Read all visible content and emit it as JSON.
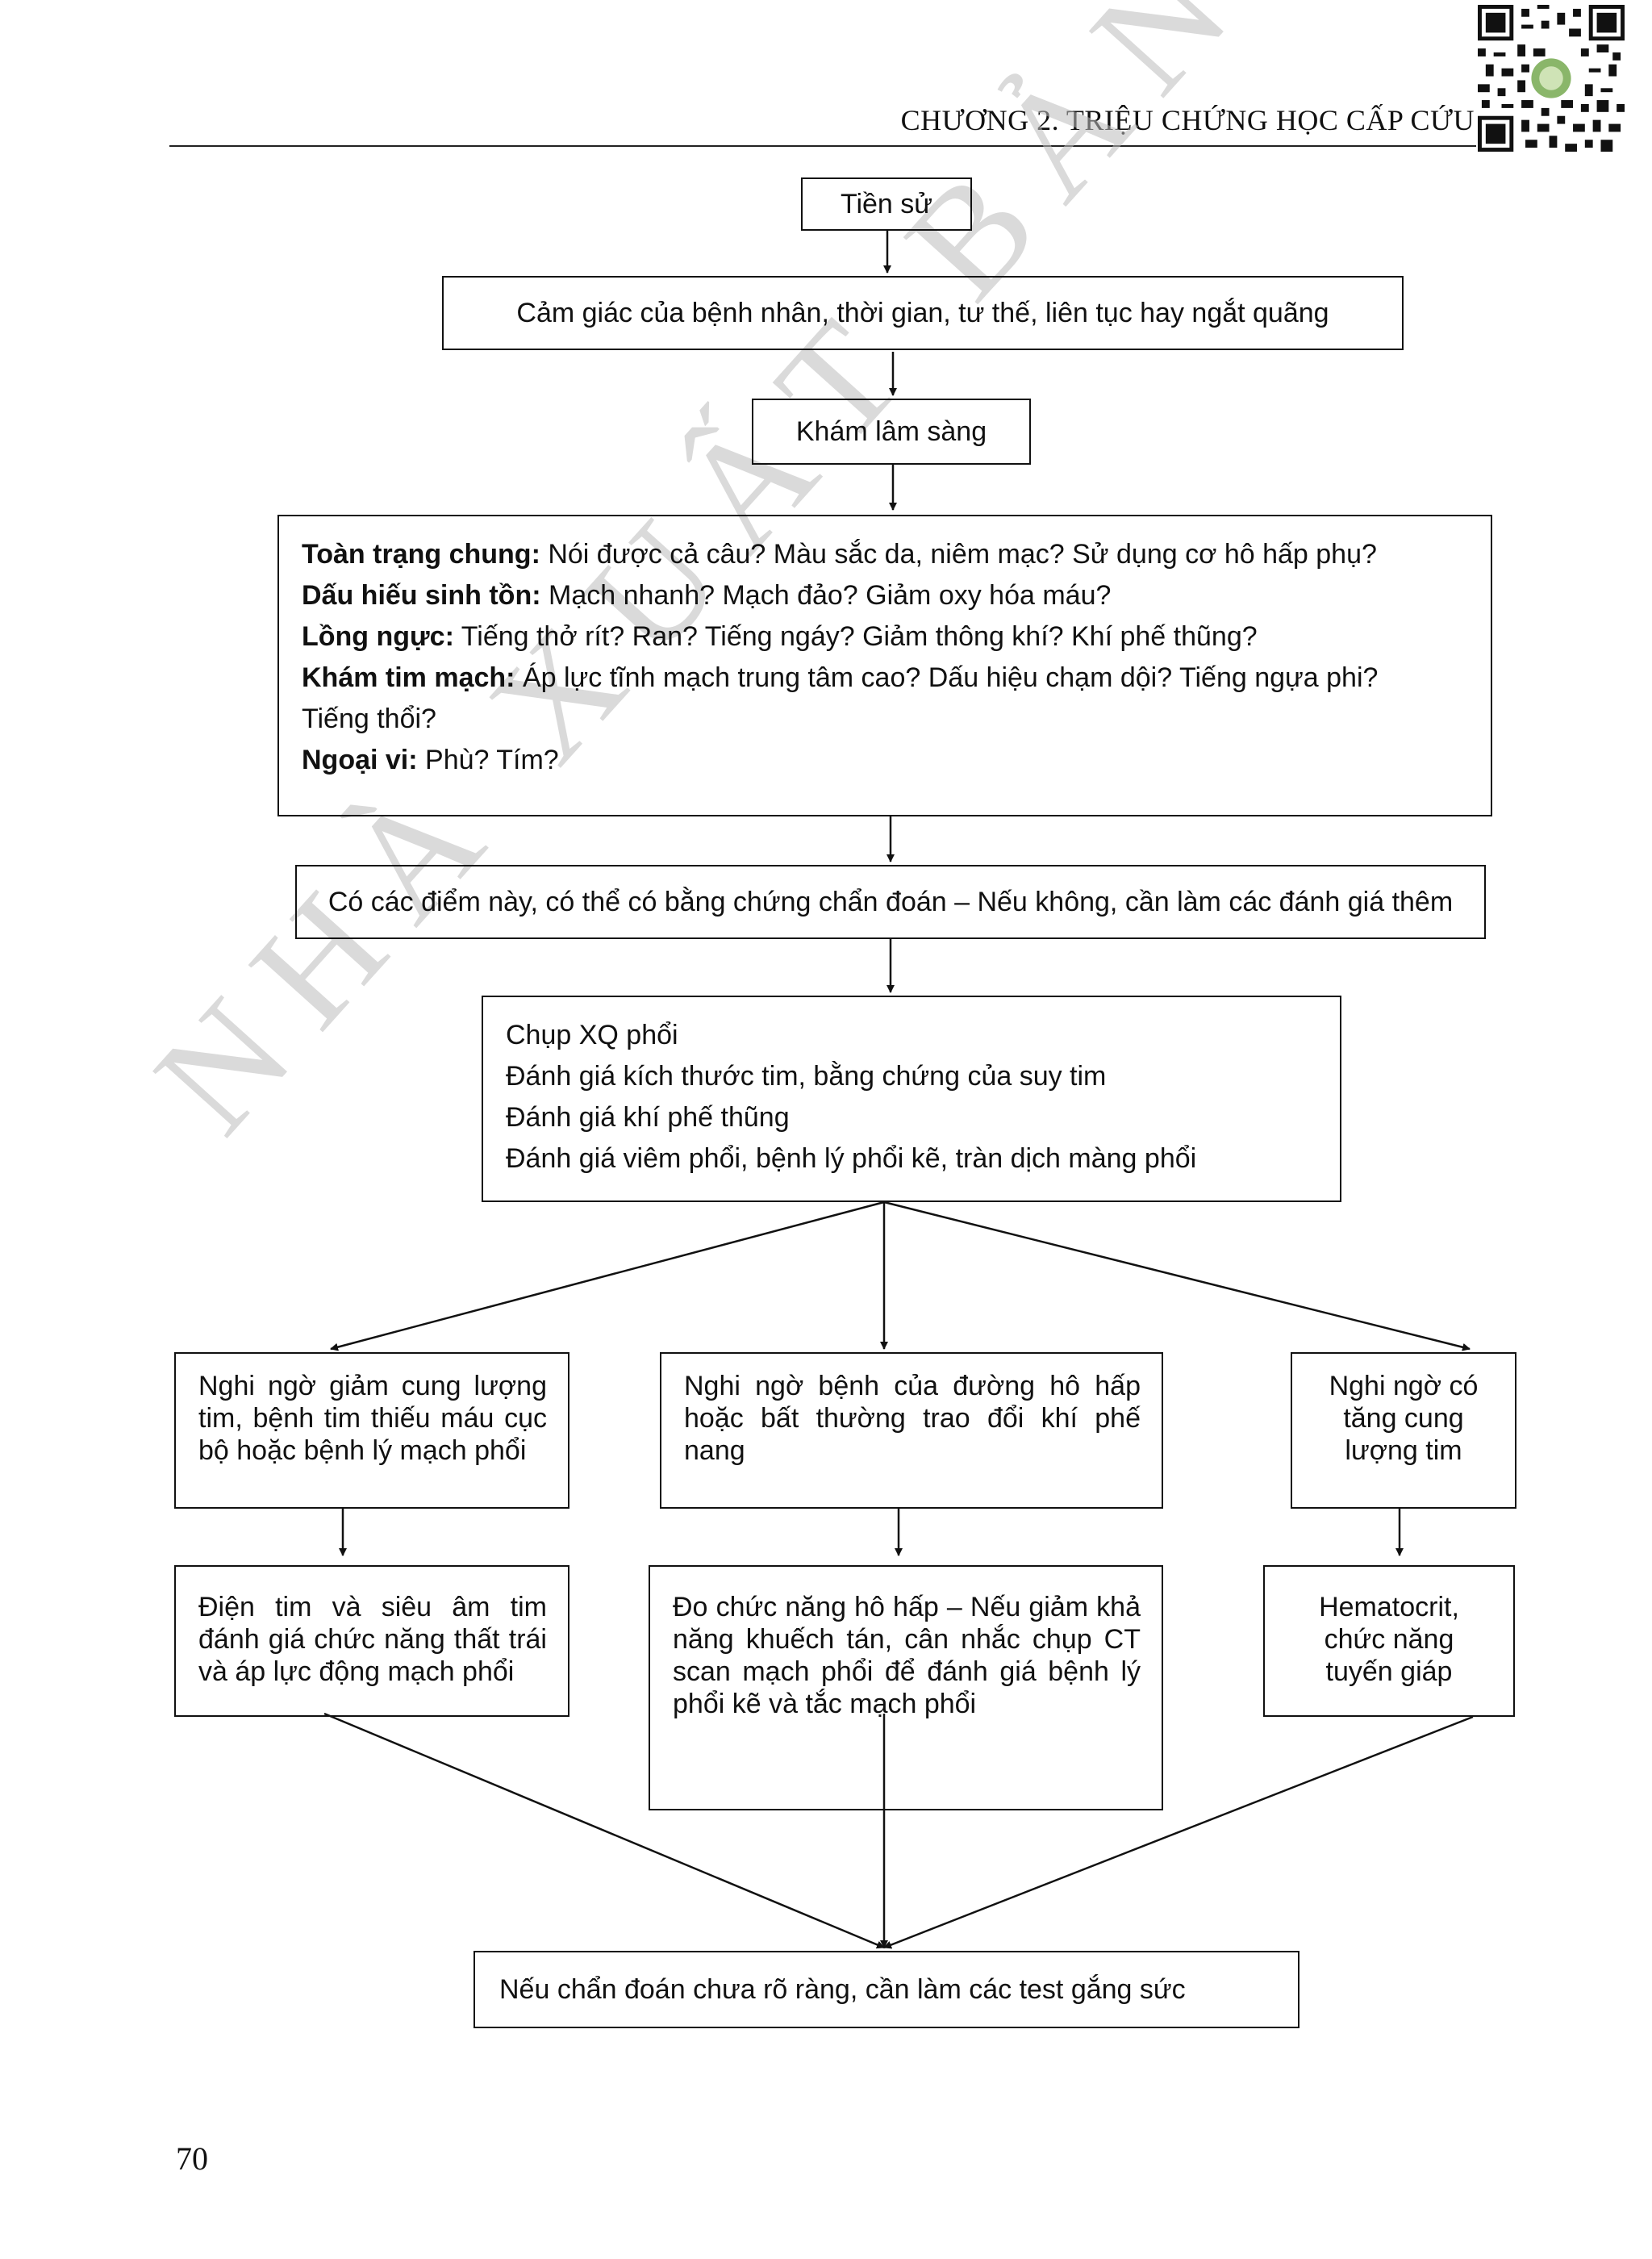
{
  "header": {
    "chapter_title": "CHƯƠNG 2. TRIỆU CHỨNG HỌC CẤP CỨU"
  },
  "watermark": "NHÀ XUẤT BẢN Y",
  "flowchart": {
    "history": "Tiền sử",
    "sensation": "Cảm giác của bệnh nhân, thời gian, tư thế, liên tục hay ngắt quãng",
    "clinical_exam": "Khám lâm sàng",
    "exam_details": [
      {
        "label": "Toàn trạng chung:",
        "text": " Nói được cả câu? Màu sắc da, niêm mạc? Sử dụng cơ hô hấp phụ?"
      },
      {
        "label": "Dấu hiếu sinh tồn:",
        "text": " Mạch nhanh? Mạch đảo? Giảm oxy hóa máu?"
      },
      {
        "label": "Lồng ngực:",
        "text": " Tiếng thở rít? Ran? Tiếng ngáy? Giảm thông khí? Khí phế thũng?"
      },
      {
        "label": "Khám tim mạch:",
        "text": " Áp lực tĩnh mạch trung tâm cao? Dấu hiệu chạm dội? Tiếng ngựa phi?",
        "continuation": "Tiếng thổi?"
      },
      {
        "label": "Ngoại vi:",
        "text": " Phù? Tím?"
      }
    ],
    "evidence": "Có các điểm này, có thể có bằng chứng chẩn đoán – Nếu không, cần làm các đánh giá thêm",
    "xray": [
      "Chụp XQ phổi",
      "Đánh giá kích thước tim, bằng chứng của suy tim",
      "Đánh giá khí phế thũng",
      "Đánh giá viêm phổi, bệnh lý phổi kẽ, tràn dịch màng phổi"
    ],
    "suspect_cardiac": "Nghi ngờ giảm cung lượng tim, bệnh tim thiếu máu cục bộ hoặc bệnh lý mạch phổi",
    "suspect_airway": "Nghi ngờ bệnh của đường hô hấp hoặc bất thường trao đổi khí phế nang",
    "suspect_high_output": "Nghi ngờ có tăng cung lượng tim",
    "test_cardiac": "Điện tim và siêu âm tim đánh giá chức năng thất trái và áp lực động mạch phổi",
    "test_airway": "Đo chức năng hô hấp – Nếu giảm khả năng khuếch tán, cân nhắc chụp CT scan mạch phổi để đánh giá bệnh lý phổi kẽ và tắc mạch phổi",
    "test_high_output": "Hematocrit, chức năng tuyến giáp",
    "stress_test": "Nếu chẩn đoán chưa rõ ràng, cần làm các test gắng sức"
  },
  "page_number": "70",
  "icons": {
    "qr": "qr-code-icon"
  }
}
